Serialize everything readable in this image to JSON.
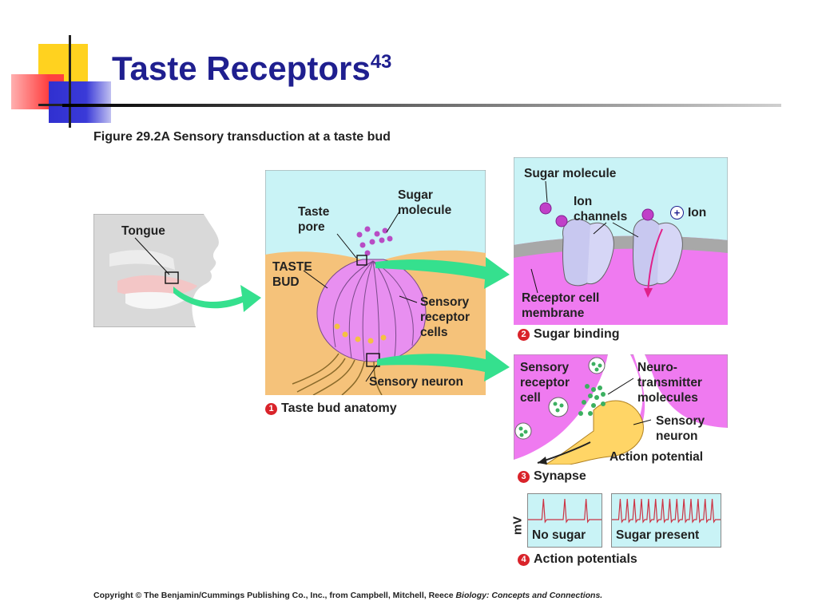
{
  "slide": {
    "title": "Taste Receptors",
    "title_superscript": "43",
    "figure_caption": "Figure 29.2A  Sensory transduction at a taste bud",
    "copyright_prefix": "Copyright © The Benjamin/Cummings Publishing Co., Inc., from Campbell, Mitchell, Reece",
    "copyright_book": "Biology: Concepts and Connections."
  },
  "colors": {
    "title": "#1f1f8f",
    "decor_yellow": "#ffd21f",
    "decor_red": "#ff3b3b",
    "decor_blue": "#3535d0",
    "taste_bud_pink": "#e88ff0",
    "tissue_tan": "#f5c27a",
    "water_cyan": "#c9f3f6",
    "membrane_gray": "#a8a8a8",
    "cell_magenta": "#ef7af0",
    "arrow_green": "#35e08e",
    "neuron_yellow": "#ffd566",
    "trace_red": "#cc3344"
  },
  "panels": {
    "tongue": {
      "label": "Tongue"
    },
    "anatomy": {
      "labels": {
        "taste": "Taste",
        "pore": "pore",
        "sugar": "Sugar",
        "molecule": "molecule",
        "taste_bud_1": "TASTE",
        "taste_bud_2": "BUD",
        "sensory": "Sensory",
        "receptor": "receptor",
        "cells": "cells",
        "sensory_neuron": "Sensory neuron"
      },
      "step_number": "1",
      "step_label": "Taste bud anatomy"
    },
    "binding": {
      "labels": {
        "sugar_molecule": "Sugar molecule",
        "ion": "Ion",
        "channels": "channels",
        "ion_symbol": "+",
        "ion_label": "Ion",
        "receptor_cell": "Receptor cell",
        "membrane": "membrane"
      },
      "step_number": "2",
      "step_label": "Sugar binding"
    },
    "synapse": {
      "labels": {
        "sensory": "Sensory",
        "receptor": "receptor",
        "cell": "cell",
        "neuro": "Neuro-",
        "transmitter": "transmitter",
        "molecules": "molecules",
        "sensory2": "Sensory",
        "neuron": "neuron",
        "action_potential": "Action potential"
      },
      "step_number": "3",
      "step_label": "Synapse"
    },
    "potentials": {
      "axis_label": "mV",
      "no_sugar": "No sugar",
      "sugar_present": "Sugar present",
      "no_sugar_spike_count": 3,
      "sugar_present_spike_count": 14,
      "step_number": "4",
      "step_label": "Action potentials"
    }
  }
}
